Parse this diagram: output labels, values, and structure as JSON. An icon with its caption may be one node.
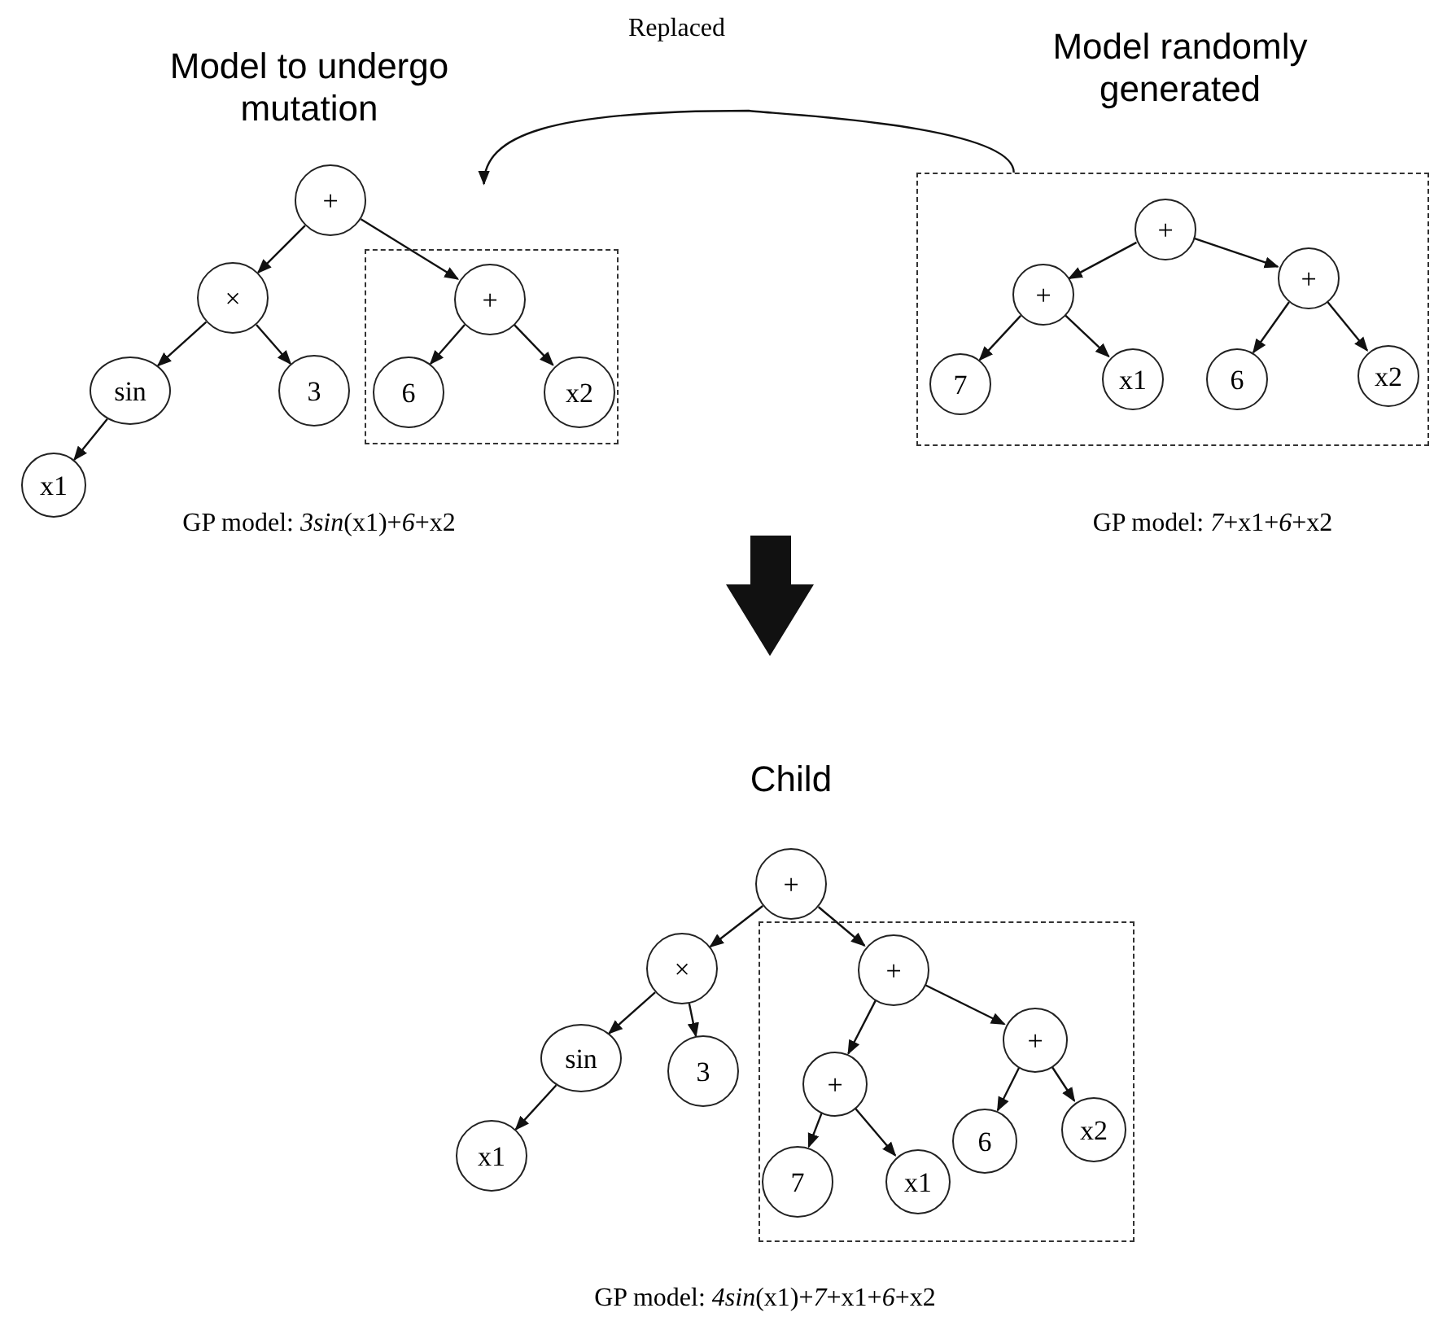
{
  "diagram": {
    "nodes": [
      {
        "text": [
          "+"
        ]
      },
      {
        "text": [
          "×"
        ]
      },
      {
        "text": [],
        "shape": "box"
      },
      {
        "text": [
          "+"
        ],
        "in": 2
      },
      {
        "text": [
          "sin"
        ]
      },
      {
        "text": [
          "3"
        ]
      },
      {
        "text": [
          "6"
        ],
        "in": 2
      },
      {
        "text": [
          "x2"
        ],
        "in": 2
      },
      {
        "text": [
          "x1"
        ]
      },
      {
        "text": [],
        "shape": "box"
      },
      {
        "text": [
          "+"
        ],
        "in": 9
      },
      {
        "text": [
          "+"
        ],
        "in": 9
      },
      {
        "text": [
          "+"
        ],
        "in": 9
      },
      {
        "text": [
          "7"
        ],
        "in": 9
      },
      {
        "text": [
          "x1"
        ],
        "in": 9
      },
      {
        "text": [
          "6"
        ],
        "in": 9
      },
      {
        "text": [
          "x2"
        ],
        "in": 9
      },
      {
        "text": [
          "+"
        ]
      },
      {
        "text": [
          "×"
        ]
      },
      {
        "text": [],
        "shape": "box"
      },
      {
        "text": [
          "+"
        ],
        "in": 19
      },
      {
        "text": [
          "sin"
        ]
      },
      {
        "text": [
          "3"
        ]
      },
      {
        "text": [
          "+"
        ],
        "in": 19
      },
      {
        "text": [
          "+"
        ],
        "in": 19
      },
      {
        "text": [
          "x1"
        ]
      },
      {
        "text": [
          "7"
        ],
        "in": 19
      },
      {
        "text": [
          "x1"
        ],
        "in": 19
      },
      {
        "text": [
          "6"
        ],
        "in": 19
      },
      {
        "text": [
          "x2"
        ],
        "in": 19
      }
    ],
    "edges": [
      {
        "from": 0,
        "to": 1,
        "arrow": "to"
      },
      {
        "from": 0,
        "to": 3,
        "arrow": "to"
      },
      {
        "from": 1,
        "to": 4,
        "arrow": "to"
      },
      {
        "from": 1,
        "to": 5,
        "arrow": "to"
      },
      {
        "from": 4,
        "to": 8,
        "arrow": "to"
      },
      {
        "from": 3,
        "to": 6,
        "arrow": "to"
      },
      {
        "from": 3,
        "to": 7,
        "arrow": "to"
      },
      {
        "from": 10,
        "to": 11,
        "arrow": "to"
      },
      {
        "from": 10,
        "to": 12,
        "arrow": "to"
      },
      {
        "from": 11,
        "to": 13,
        "arrow": "to"
      },
      {
        "from": 11,
        "to": 14,
        "arrow": "to"
      },
      {
        "from": 12,
        "to": 15,
        "arrow": "to"
      },
      {
        "from": 12,
        "to": 16,
        "arrow": "to"
      },
      {
        "from": 9,
        "to": 2,
        "arrow": "to",
        "label": "Replaced"
      },
      {
        "from": 17,
        "to": 18,
        "arrow": "to"
      },
      {
        "from": 17,
        "to": 20,
        "arrow": "to"
      },
      {
        "from": 18,
        "to": 21,
        "arrow": "to"
      },
      {
        "from": 18,
        "to": 22,
        "arrow": "to"
      },
      {
        "from": 21,
        "to": 25,
        "arrow": "to"
      },
      {
        "from": 20,
        "to": 23,
        "arrow": "to"
      },
      {
        "from": 20,
        "to": 24,
        "arrow": "to"
      },
      {
        "from": 23,
        "to": 26,
        "arrow": "to"
      },
      {
        "from": 23,
        "to": 27,
        "arrow": "to"
      },
      {
        "from": 24,
        "to": 28,
        "arrow": "to"
      },
      {
        "from": 24,
        "to": 29,
        "arrow": "to"
      }
    ],
    "labels": [
      "Model to undergo mutation",
      "Model randomly generated",
      "GP model: *3sin*(x1)+*6*+x2",
      "GP model: *7*+x1+*6*+x2",
      "Child",
      "GP model: *4sin*(x1)+*7*+x1+*6*+x2"
    ]
  }
}
